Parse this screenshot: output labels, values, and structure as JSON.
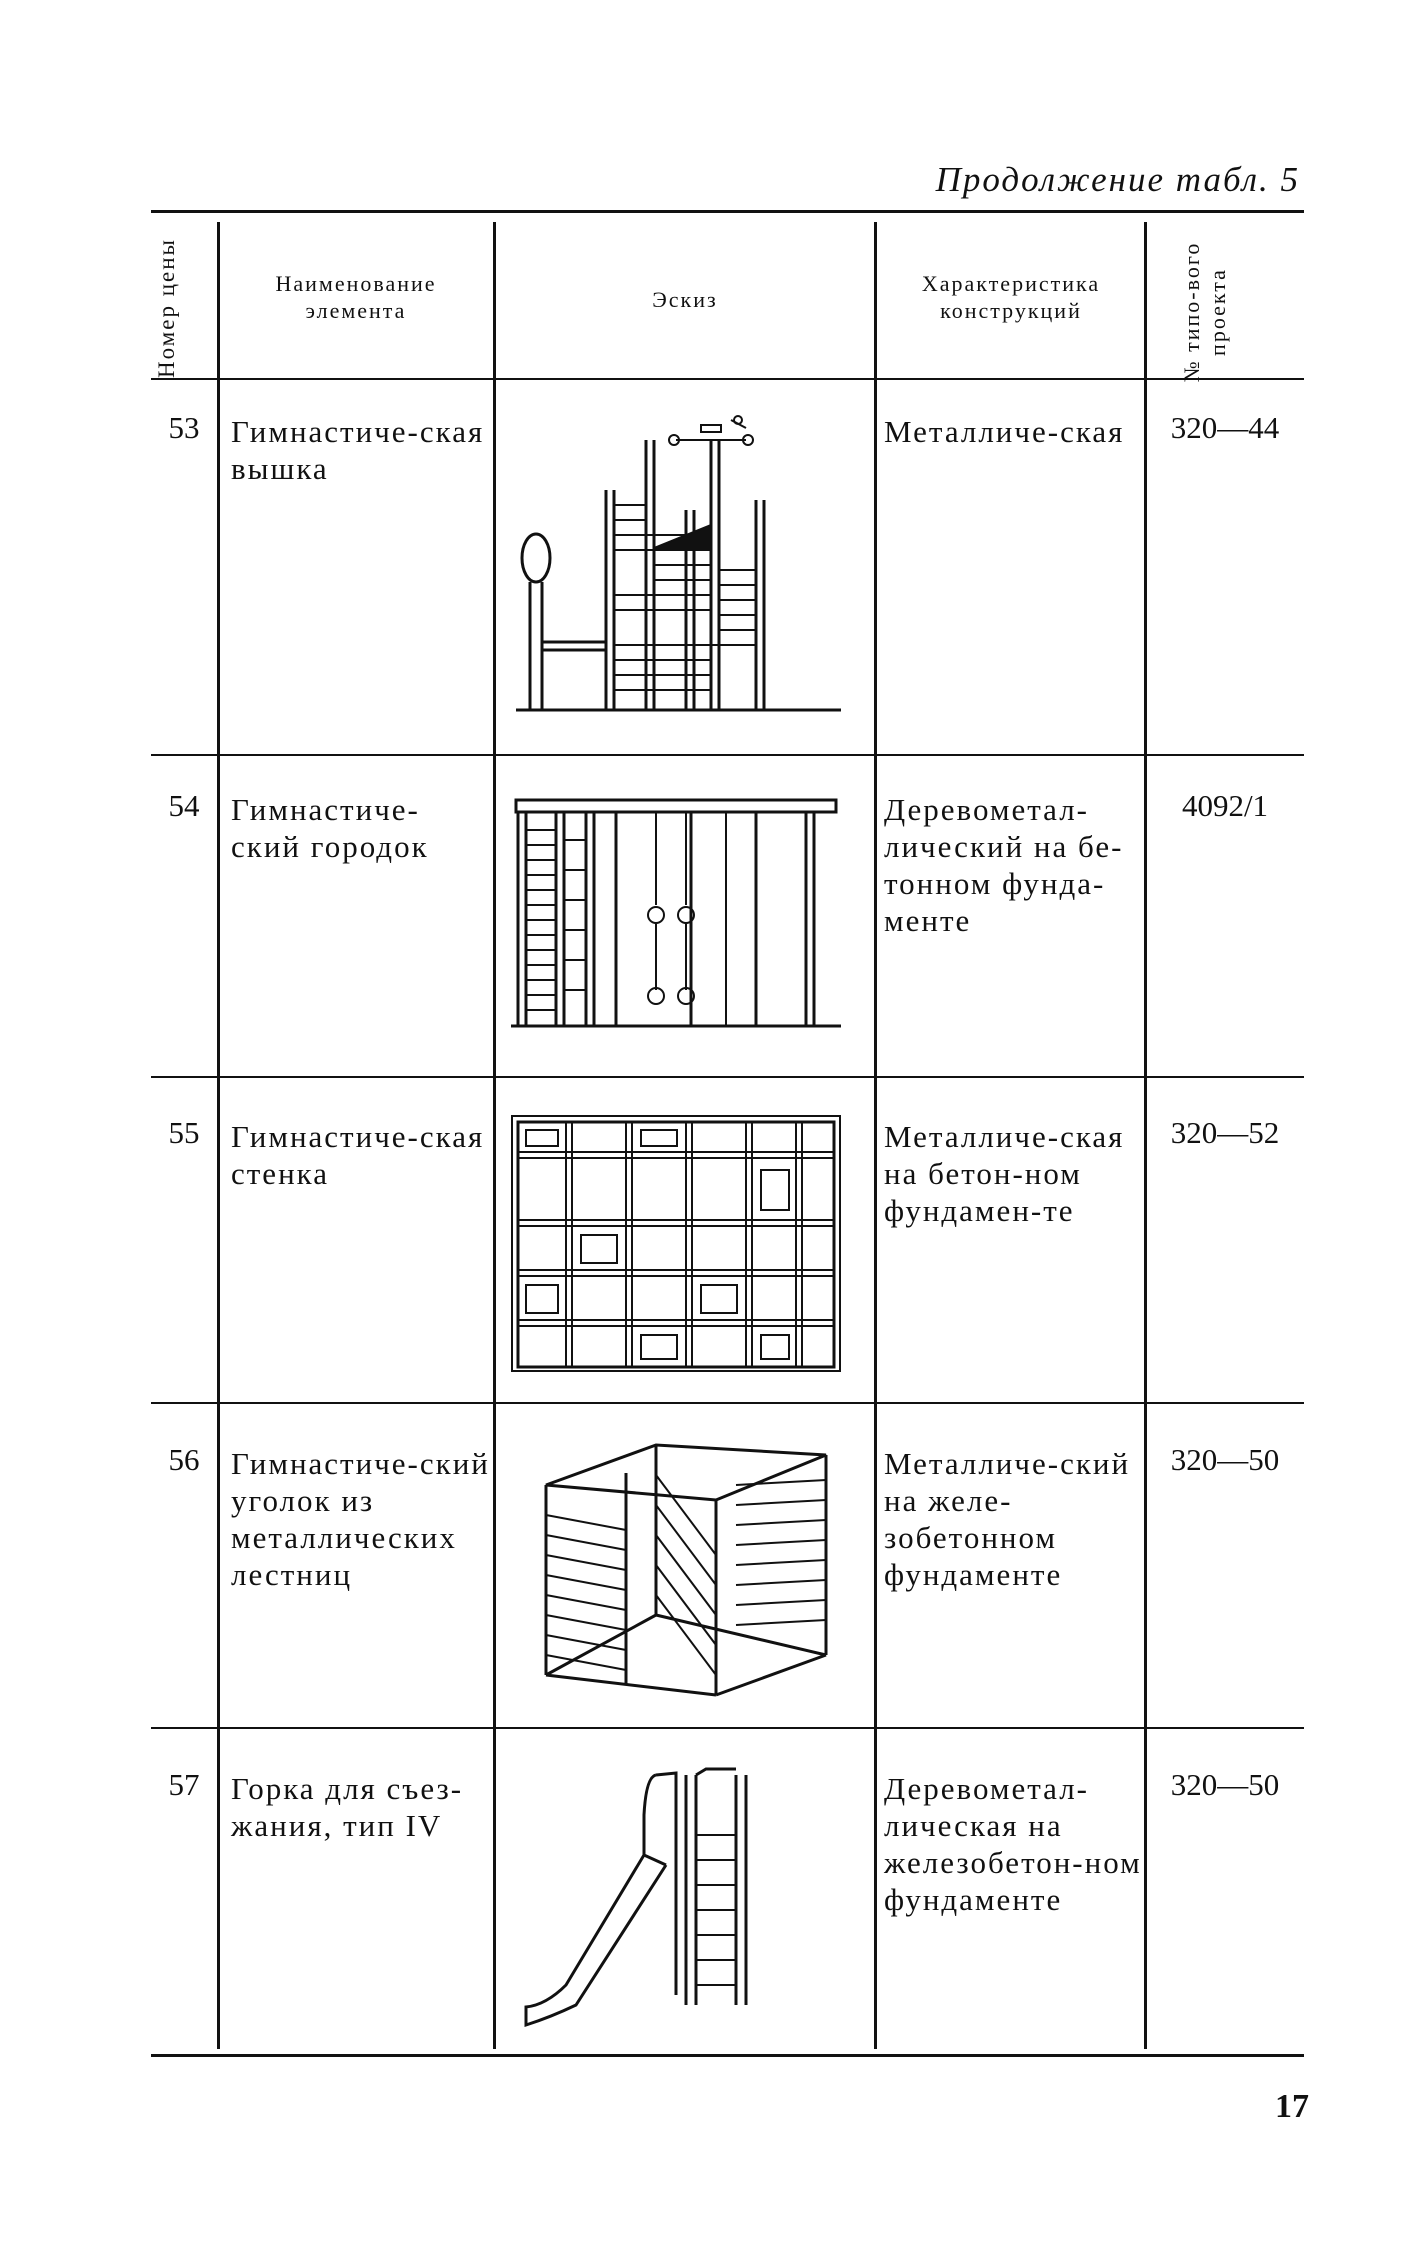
{
  "caption": "Продолжение табл. 5",
  "headers": {
    "number": "Номер цены",
    "name": "Наименование элемента",
    "sketch": "Эскиз",
    "characteristics": "Характеристика конструкций",
    "project": "№ типо-вого проекта"
  },
  "rows": [
    {
      "number": "53",
      "name": "Гимнастиче-ская вышка",
      "characteristics": "Металличе-ская",
      "project": "320—44",
      "sketch_icon": "gymnastic-tower-sketch"
    },
    {
      "number": "54",
      "name": "Гимнастиче-ский городок",
      "characteristics": "Деревометал-лический на бе-тонном фунда-менте",
      "project": "4092/1",
      "sketch_icon": "gymnastic-town-sketch"
    },
    {
      "number": "55",
      "name": "Гимнастиче-ская стенка",
      "characteristics": "Металличе-ская на бетон-ном фундамен-те",
      "project": "320—52",
      "sketch_icon": "gymnastic-wall-sketch"
    },
    {
      "number": "56",
      "name": "Гимнастиче-ский уголок из металлических лестниц",
      "characteristics": "Металличе-ский на желе-зобетонном фундаменте",
      "project": "320—50",
      "sketch_icon": "ladder-corner-sketch"
    },
    {
      "number": "57",
      "name": "Горка для съез-жания, тип IV",
      "characteristics": "Деревометал-лическая на железобетон-ном фундаменте",
      "project": "320—50",
      "sketch_icon": "slide-sketch"
    }
  ],
  "page_number": "17"
}
